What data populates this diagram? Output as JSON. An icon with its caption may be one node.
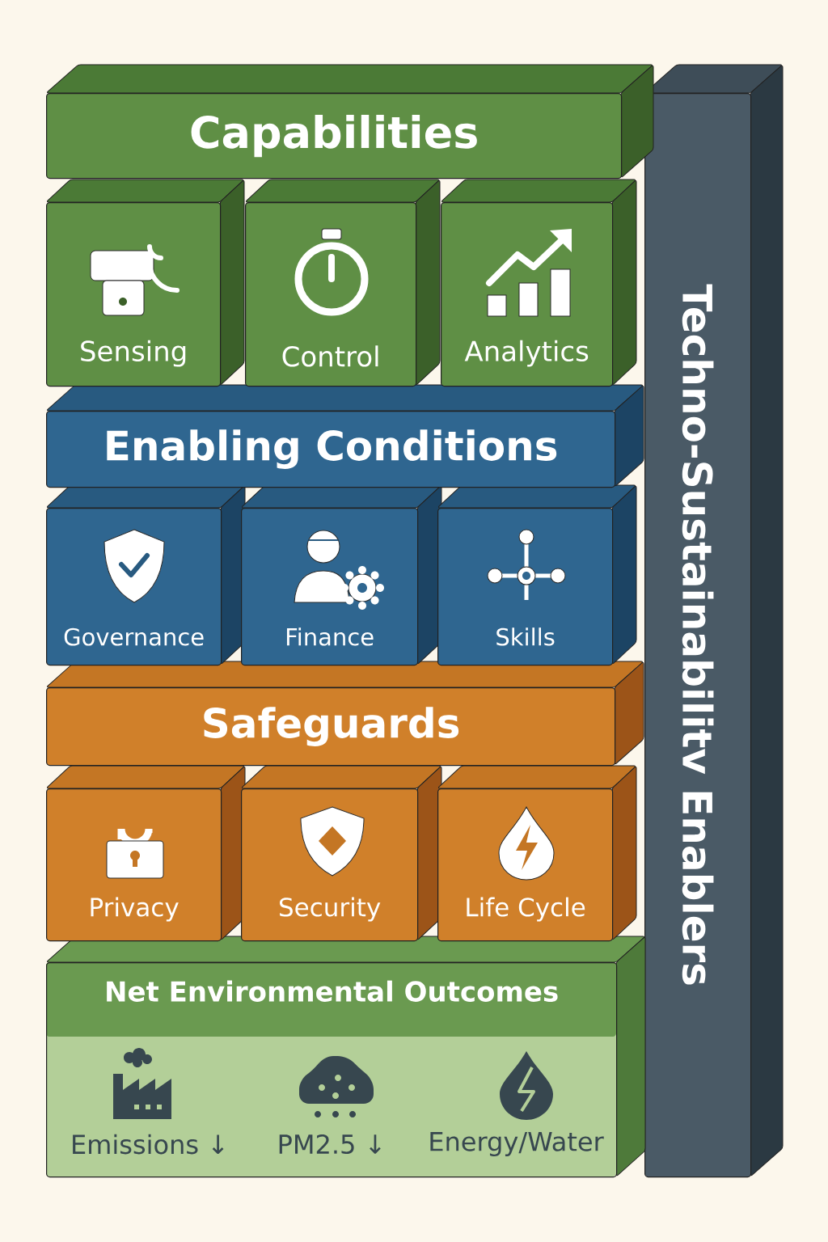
{
  "diagram": {
    "nodes": [
      {
        "text": [
          "Capabilities"
        ]
      },
      {
        "text": [
          "Sensing"
        ]
      },
      {
        "text": [
          "Control"
        ]
      },
      {
        "text": [
          "Analytics"
        ]
      },
      {
        "text": [
          "Enabling Conditions"
        ]
      },
      {
        "text": [
          "Governance"
        ]
      },
      {
        "text": [
          "Finance"
        ]
      },
      {
        "text": [
          "Skills"
        ]
      },
      {
        "text": [
          "Safeguards"
        ]
      },
      {
        "text": [
          "Privacy"
        ]
      },
      {
        "text": [
          "Security"
        ]
      },
      {
        "text": [
          "Life Cycle"
        ]
      },
      {
        "text": [
          "Net Environmental Outcomes"
        ]
      },
      {
        "text": [
          "Techno-Sustainabilitv Enablers"
        ]
      }
    ],
    "labels": [
      "Emissions ↓",
      "PM2.5 ↓",
      "Energy/Water"
    ]
  }
}
